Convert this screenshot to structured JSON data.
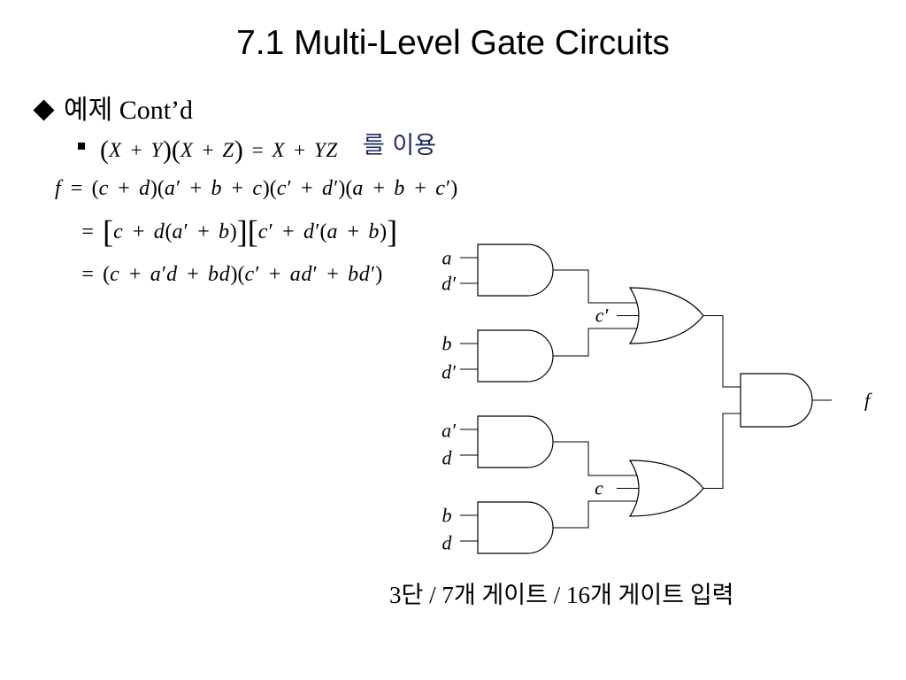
{
  "colors": {
    "text": "#000000",
    "emphasis": "#1f2a5e"
  },
  "slide": {
    "title": "7.1 Multi-Level Gate Circuits",
    "bullet": {
      "icon": "diamond-bullet-icon",
      "text": "예제 Cont’d"
    },
    "sub_bullet": {
      "icon": "square-bullet-icon",
      "formula": "(X + Y)(X + Z) = X + YZ",
      "text": "를 이용"
    },
    "derivation": [
      "f = (c + d)(a′ + b + c)(c′ + d′)(a + b + c′)",
      "= [c + d(a′ + b)][c′ + d′(a + b)]",
      "= (c + a′d + bd)(c′ + ad′ + bd′)"
    ]
  },
  "circuit": {
    "and_gate_inputs": [
      [
        "a",
        "d′"
      ],
      [
        "b",
        "d′"
      ],
      [
        "a′",
        "d"
      ],
      [
        "b",
        "d"
      ]
    ],
    "or_gate_extra_inputs": [
      "c′",
      "c"
    ],
    "output": "f"
  },
  "summary": "3단 / 7개 게이트 / 16개 게이트 입력"
}
